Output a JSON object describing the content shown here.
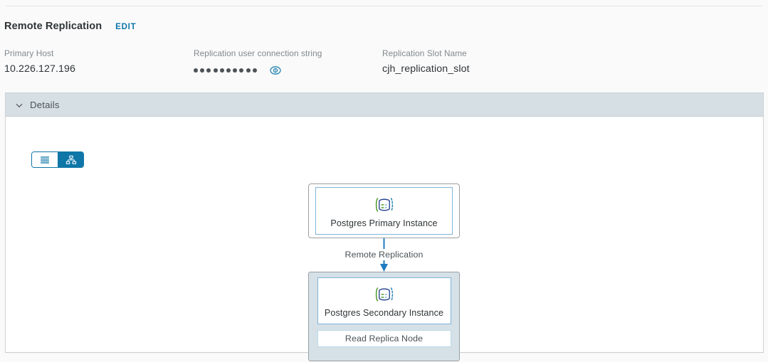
{
  "section": {
    "title": "Remote Replication",
    "edit_label": "EDIT"
  },
  "fields": [
    {
      "label": "Primary Host",
      "value": "10.226.127.196"
    },
    {
      "label": "Replication user connection string",
      "value": "••••••••••",
      "masked": true,
      "dot_count": 10,
      "reveal_icon": "eye-icon"
    },
    {
      "label": "Replication Slot Name",
      "value": "cjh_replication_slot"
    }
  ],
  "details_card": {
    "header_title": "Details",
    "collapse_icon": "chevron-down-icon",
    "expanded": true
  },
  "view_toggle": {
    "options": [
      {
        "id": "list",
        "icon": "list-view-icon",
        "selected": false
      },
      {
        "id": "topology",
        "icon": "topology-view-icon",
        "selected": true
      }
    ]
  },
  "diagram": {
    "primary_node": {
      "caption": "Postgres Primary Instance",
      "icon": "database-icon"
    },
    "connector": {
      "label": "Remote Replication",
      "direction": "down"
    },
    "secondary_node": {
      "caption": "Postgres Secondary Instance",
      "icon": "database-icon"
    },
    "replica_node": {
      "caption": "Read Replica Node"
    }
  },
  "colors": {
    "accent": "#0f76a8",
    "card_header_bg": "#d6dfe4",
    "secondary_container_bg": "#d5e0e7",
    "node_border_blue": "#7fb5d8",
    "text_primary": "#2f3437",
    "text_muted": "#80888d"
  }
}
